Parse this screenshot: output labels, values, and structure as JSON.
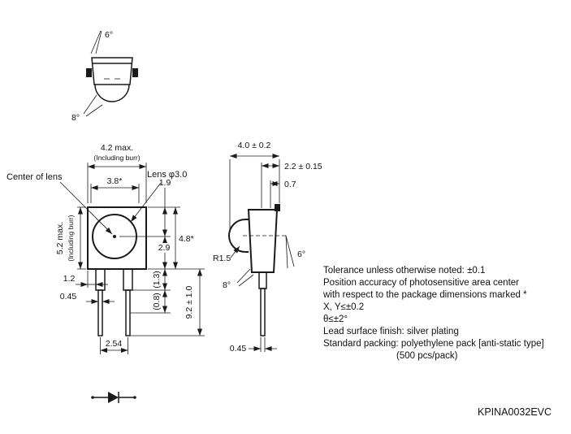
{
  "drawing": {
    "part_number": "KPINA0032EVC",
    "top_view": {
      "angle_top": "6°",
      "angle_side": "8°"
    },
    "front_view": {
      "center_of_lens_label": "Center of lens",
      "lens_label": "Lens φ3.0",
      "width_max": "4.2 max.",
      "width_max_note": "(Including burr)",
      "width_ref": "3.8*",
      "height_max": "5.2 max.",
      "height_max_note": "(Including burr)",
      "lens_center_from_top": "1.9",
      "lens_center_to_bottom": "2.9",
      "body_height_ref": "4.8*",
      "lead_shoulder": "(1.3)",
      "lead_taper": "(0.8)",
      "lead_length": "9.2 ± 1.0",
      "lead_inset": "1.2",
      "lead_width": "0.45",
      "lead_pitch": "2.54"
    },
    "side_view": {
      "depth": "4.0 ± 0.2",
      "lead_plane": "2.2 ± 0.15",
      "step": "0.7",
      "lens_radius": "R1.5",
      "taper_angle": "6°",
      "base_angle": "8°",
      "lead_thickness": "0.45"
    },
    "notes": [
      "Tolerance unless otherwise noted: ±0.1",
      "Position accuracy of photosensitive area center",
      "with respect to the package dimensions marked *",
      "X, Y≤±0.2",
      "θ≤±2°",
      "Lead surface finish: silver plating",
      "Standard packing: polyethylene pack [anti-static type]",
      "(500 pcs/pack)"
    ]
  }
}
